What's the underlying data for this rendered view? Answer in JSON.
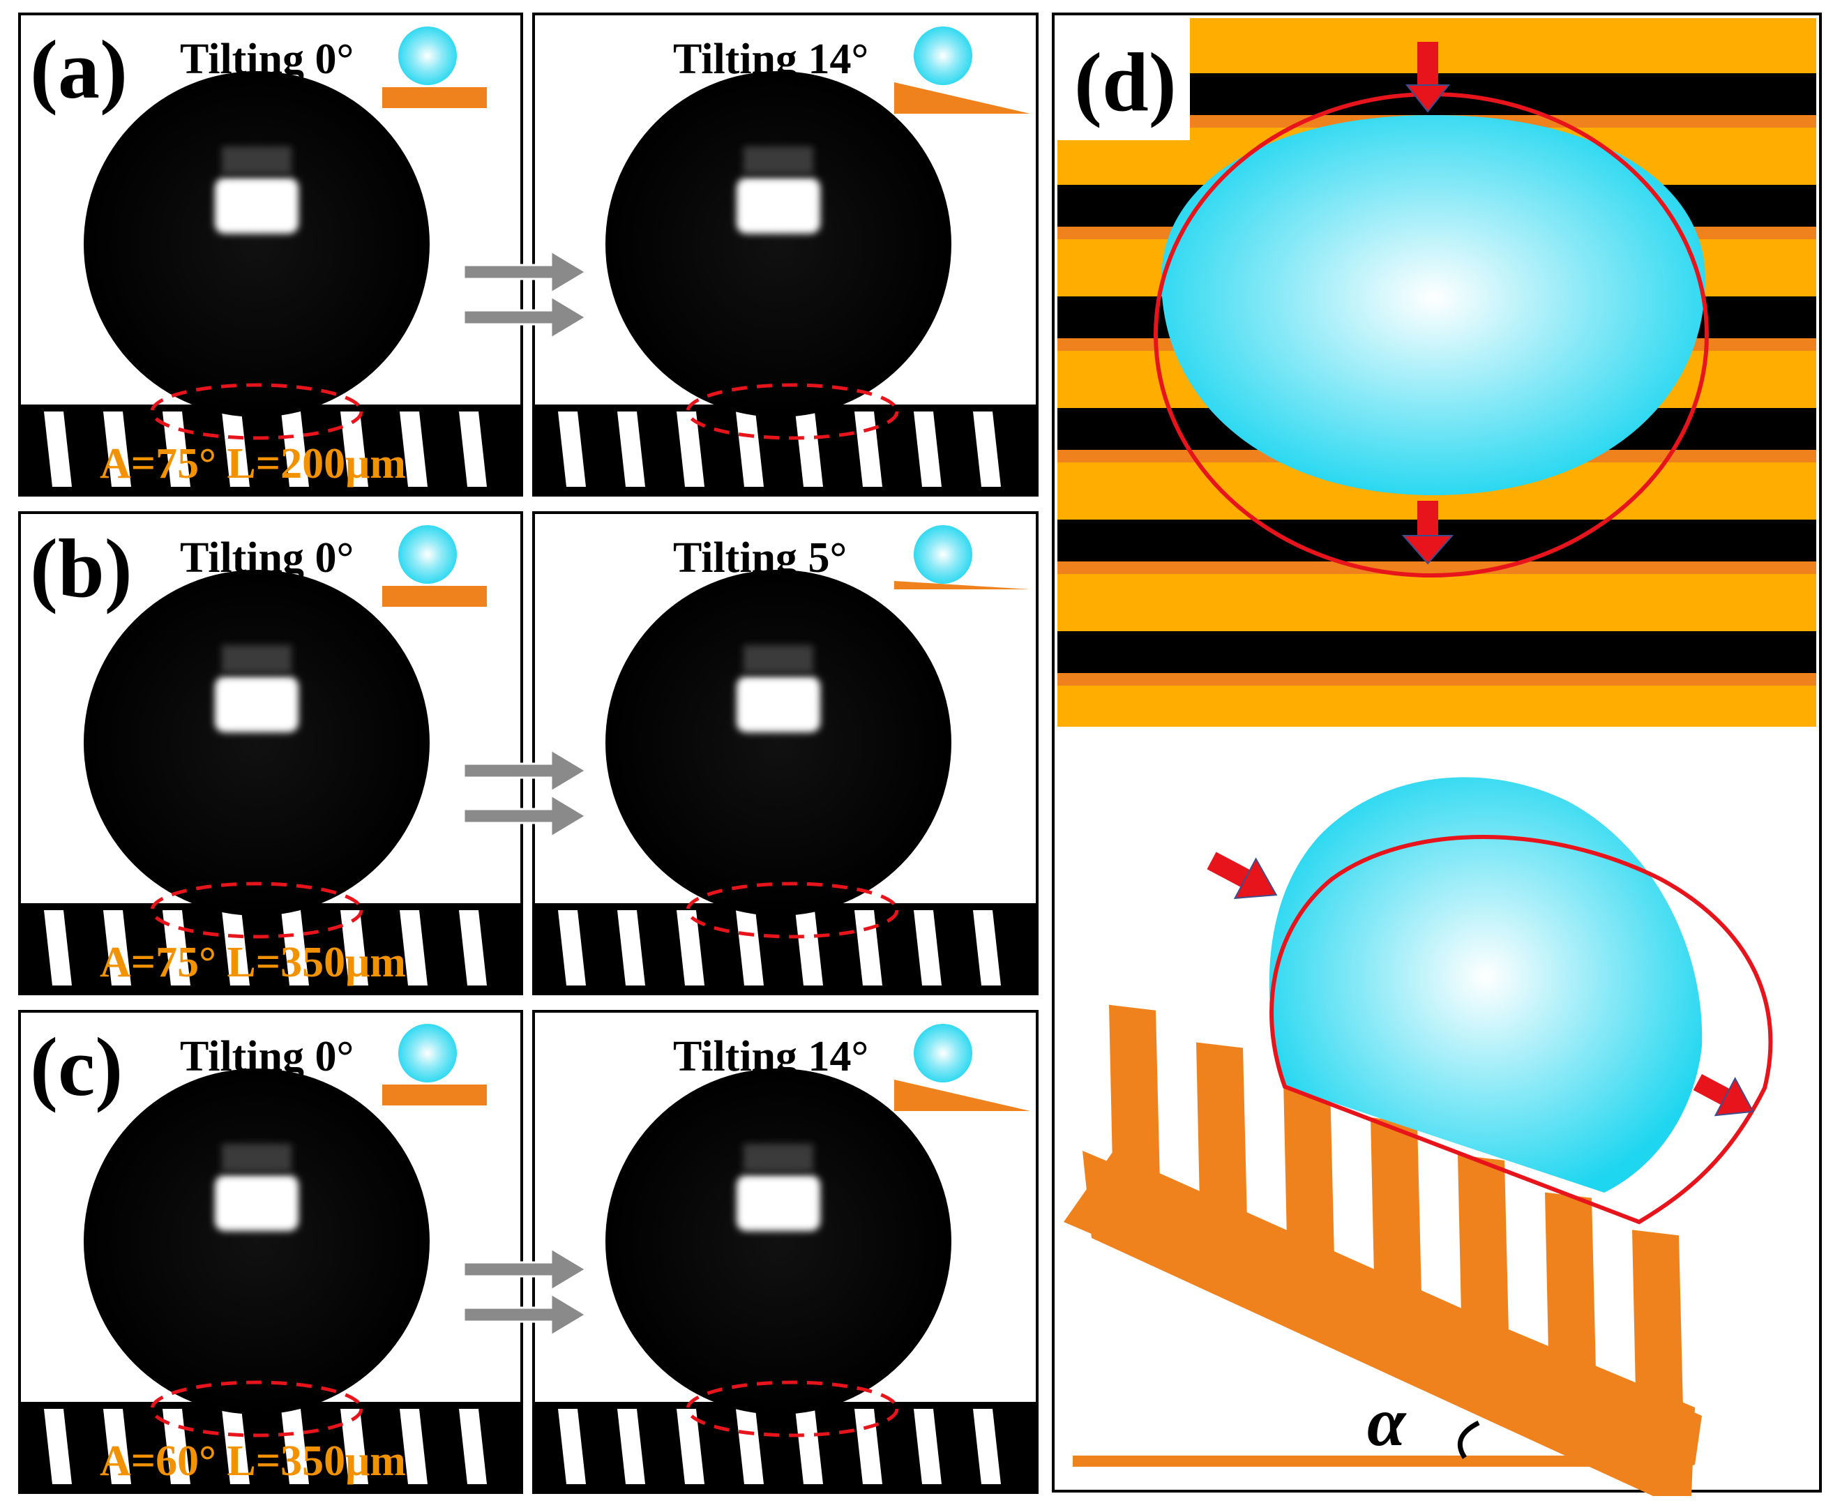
{
  "panels": [
    {
      "label": "(a)",
      "left_tilt": "Tilting 0°",
      "right_tilt": "Tilting 14°",
      "params": "A=75° L=200μm",
      "right_tilt_deg": 14
    },
    {
      "label": "(b)",
      "left_tilt": "Tilting 0°",
      "right_tilt": "Tilting 5°",
      "params": "A=75° L=350μm",
      "right_tilt_deg": 5
    },
    {
      "label": "(c)",
      "left_tilt": "Tilting 0°",
      "right_tilt": "Tilting 14°",
      "params": "A=60° L=350μm",
      "right_tilt_deg": 14
    }
  ],
  "panel_d": {
    "label": "(d)",
    "angle_symbol": "α"
  },
  "colors": {
    "droplet": "#1fd6f0",
    "substrate": "#f0821e",
    "stripe_light": "#ffae00",
    "stripe_dark": "#000000",
    "contact_line": "#ff1a1a",
    "param_text": "#f39200",
    "arrow_gray": "#8a8a8a"
  }
}
